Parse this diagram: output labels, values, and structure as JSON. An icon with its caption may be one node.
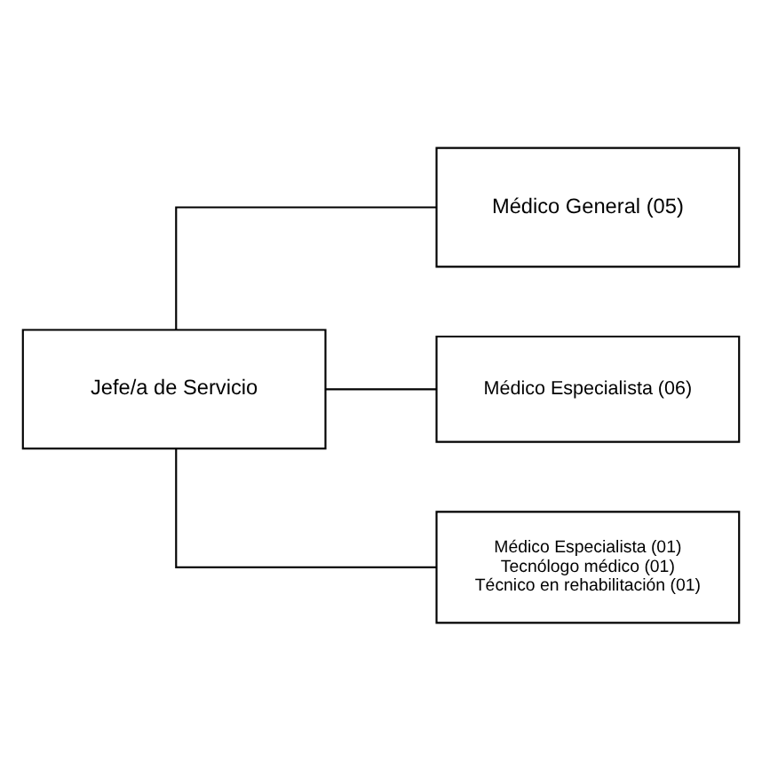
{
  "diagram": {
    "nodes": [
      {
        "text": [
          "Jefe/a de Servicio"
        ]
      },
      {
        "text": [
          "Médico General (05)"
        ]
      },
      {
        "text": [
          "Médico Especialista (06)"
        ]
      },
      {
        "text": [
          "Médico Especialista (01)",
          "Tecnólogo médico (01)",
          "Técnico en rehabilitación (01)"
        ]
      }
    ],
    "edges": [
      {
        "from": 0,
        "to": 1,
        "arrow": "none"
      },
      {
        "from": 0,
        "to": 2,
        "arrow": "none"
      },
      {
        "from": 0,
        "to": 3,
        "arrow": "none"
      }
    ]
  }
}
